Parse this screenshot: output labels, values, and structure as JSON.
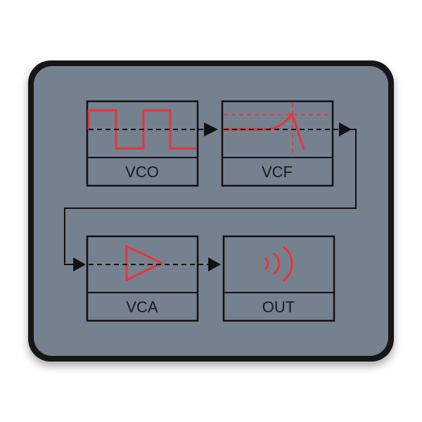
{
  "product": {
    "type": "mouse pad",
    "pad_color": "#74818f",
    "border_color": "#161616",
    "line_color": "#111111",
    "signal_color": "#e8333a"
  },
  "modules": {
    "vco": {
      "label": "VCO",
      "icon": "square-wave-icon"
    },
    "vcf": {
      "label": "VCF",
      "icon": "filter-curve-icon"
    },
    "vca": {
      "label": "VCA",
      "icon": "amplifier-triangle-icon"
    },
    "out": {
      "label": "OUT",
      "icon": "speaker-waves-icon"
    }
  }
}
